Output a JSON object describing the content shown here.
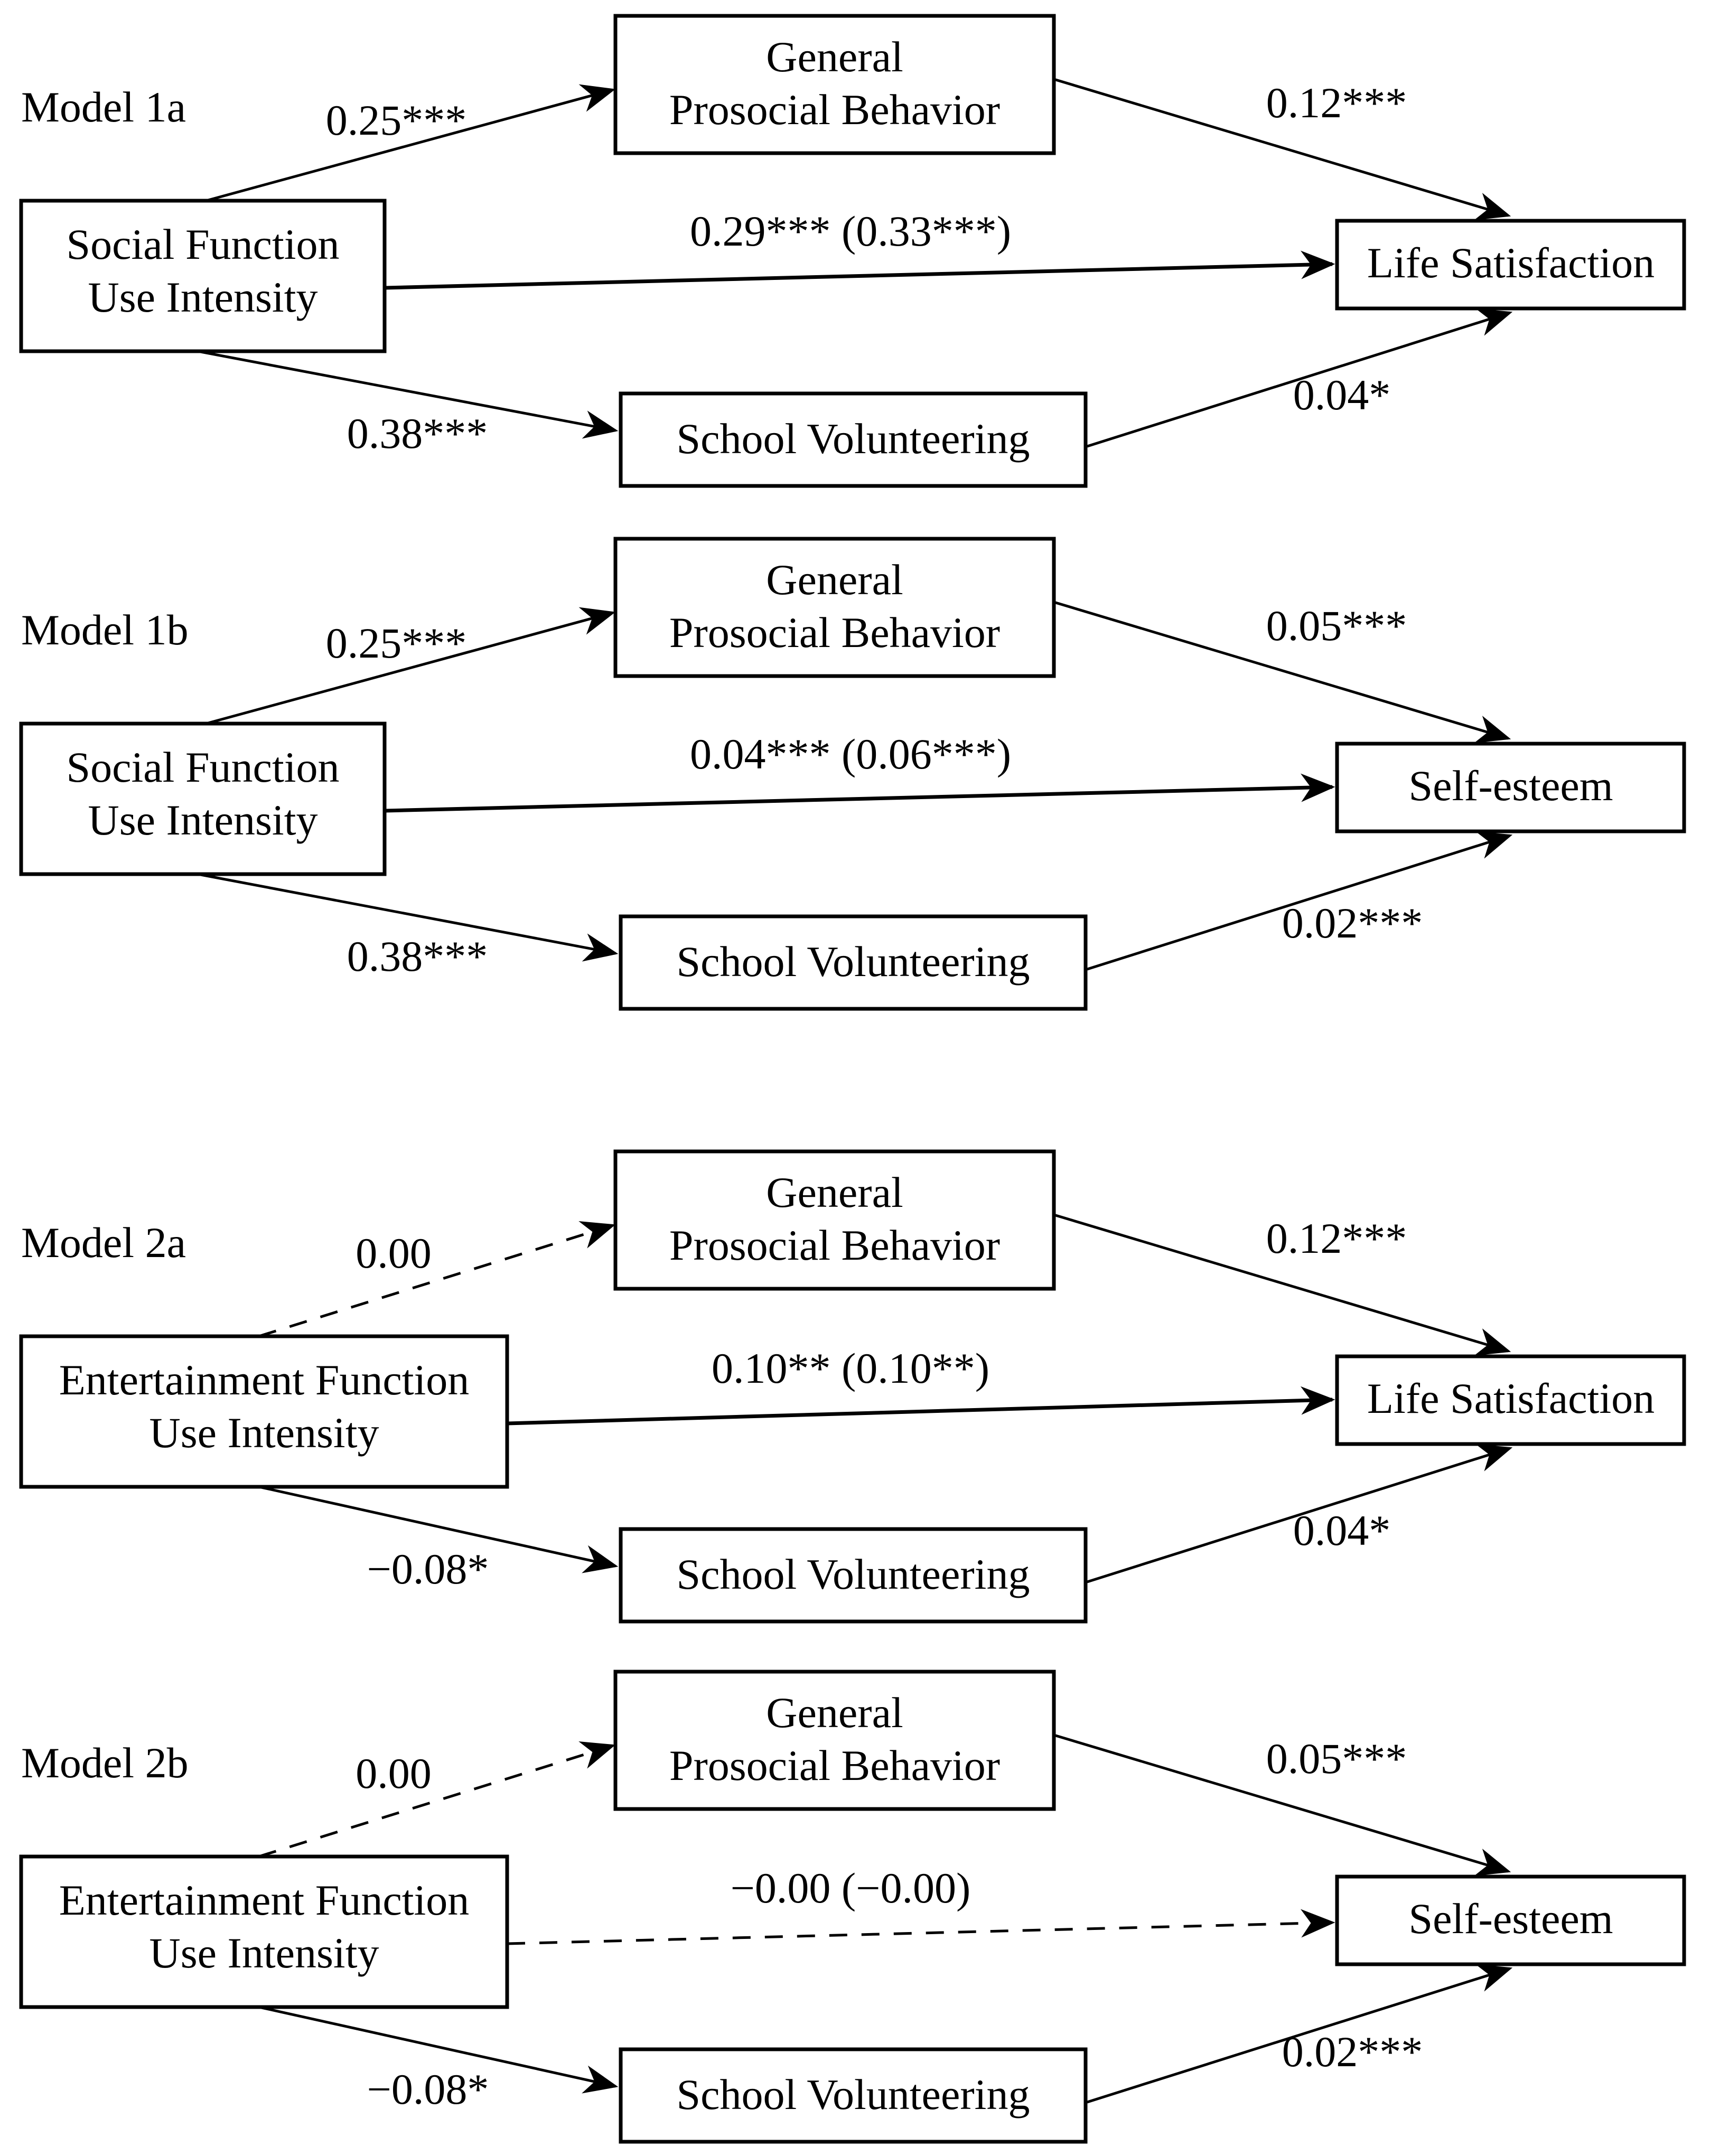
{
  "figure": {
    "background_color": "#ffffff",
    "line_color": "#000000",
    "text_color": "#000000",
    "description": "Path diagrams of four mediation models"
  },
  "models": [
    {
      "id": "1a",
      "label": "Model 1a",
      "predictor": {
        "line1": "Social Function",
        "line2": "Use Intensity"
      },
      "mediator_top": {
        "line1": "General",
        "line2": "Prosocial Behavior"
      },
      "mediator_bottom": "School Volunteering",
      "outcome": "Life Satisfaction",
      "paths": {
        "predictor_to_top": {
          "coef": "0.25***",
          "style": "solid"
        },
        "top_to_outcome": {
          "coef": "0.12***",
          "style": "solid"
        },
        "direct": {
          "coef": "0.29*** (0.33***)",
          "style": "solid"
        },
        "predictor_to_bottom": {
          "coef": "0.38***",
          "style": "solid"
        },
        "bottom_to_outcome": {
          "coef": "0.04*",
          "style": "solid"
        }
      }
    },
    {
      "id": "1b",
      "label": "Model 1b",
      "predictor": {
        "line1": "Social Function",
        "line2": "Use Intensity"
      },
      "mediator_top": {
        "line1": "General",
        "line2": "Prosocial Behavior"
      },
      "mediator_bottom": "School Volunteering",
      "outcome": "Self-esteem",
      "paths": {
        "predictor_to_top": {
          "coef": "0.25***",
          "style": "solid"
        },
        "top_to_outcome": {
          "coef": "0.05***",
          "style": "solid"
        },
        "direct": {
          "coef": "0.04*** (0.06***)",
          "style": "solid"
        },
        "predictor_to_bottom": {
          "coef": "0.38***",
          "style": "solid"
        },
        "bottom_to_outcome": {
          "coef": "0.02***",
          "style": "solid"
        }
      }
    },
    {
      "id": "2a",
      "label": "Model 2a",
      "predictor": {
        "line1": "Entertainment Function",
        "line2": "Use Intensity"
      },
      "mediator_top": {
        "line1": "General",
        "line2": "Prosocial Behavior"
      },
      "mediator_bottom": "School Volunteering",
      "outcome": "Life Satisfaction",
      "paths": {
        "predictor_to_top": {
          "coef": "0.00",
          "style": "dashed"
        },
        "top_to_outcome": {
          "coef": "0.12***",
          "style": "solid"
        },
        "direct": {
          "coef": "0.10** (0.10**)",
          "style": "solid"
        },
        "predictor_to_bottom": {
          "coef": "−0.08*",
          "style": "solid"
        },
        "bottom_to_outcome": {
          "coef": "0.04*",
          "style": "solid"
        }
      }
    },
    {
      "id": "2b",
      "label": "Model 2b",
      "predictor": {
        "line1": "Entertainment Function",
        "line2": "Use Intensity"
      },
      "mediator_top": {
        "line1": "General",
        "line2": "Prosocial Behavior"
      },
      "mediator_bottom": "School Volunteering",
      "outcome": "Self-esteem",
      "paths": {
        "predictor_to_top": {
          "coef": "0.00",
          "style": "dashed"
        },
        "top_to_outcome": {
          "coef": "0.05***",
          "style": "solid"
        },
        "direct": {
          "coef": "−0.00 (−0.00)",
          "style": "dashed"
        },
        "predictor_to_bottom": {
          "coef": "−0.08*",
          "style": "solid"
        },
        "bottom_to_outcome": {
          "coef": "0.02***",
          "style": "solid"
        }
      }
    }
  ]
}
